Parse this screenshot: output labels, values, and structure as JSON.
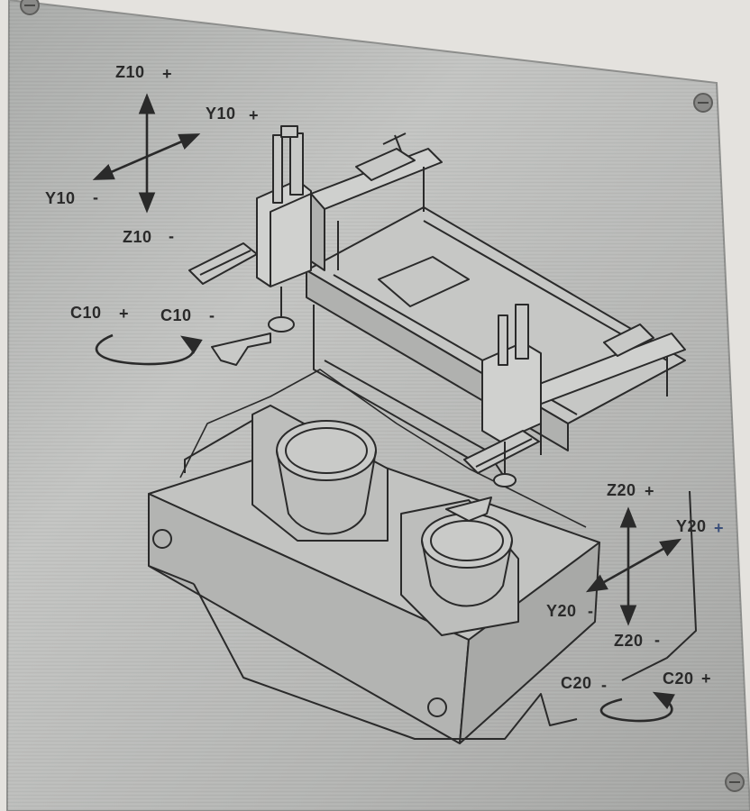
{
  "plate": {
    "labels": {
      "z10": "Z10",
      "y10": "Y10",
      "c10": "C10",
      "z20": "Z20",
      "y20": "Y20",
      "c20": "C20",
      "plus": "+",
      "minus": "-"
    },
    "colors": {
      "wall": "#e4e2de",
      "plate": "#b9bab8",
      "ink": "#2a2a2a",
      "screw": "#8a8a88"
    },
    "icons": [
      "screw-icon",
      "arrow-icon",
      "rotation-arrow-icon"
    ]
  }
}
